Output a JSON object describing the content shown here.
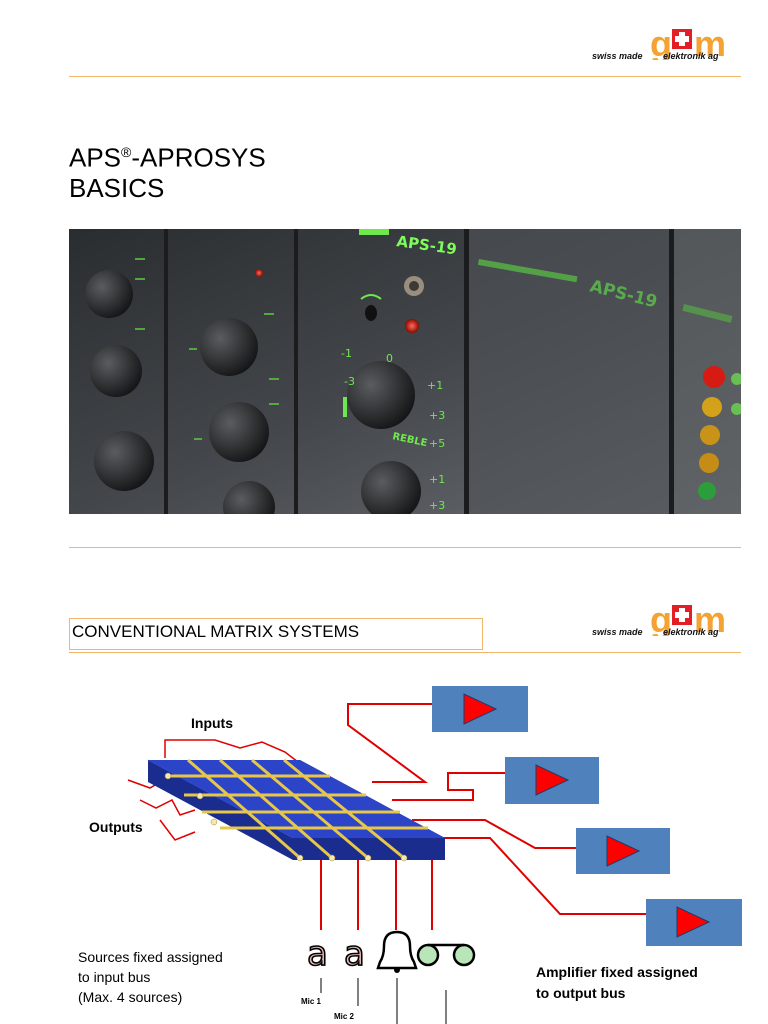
{
  "logo": {
    "left_text": "swiss made",
    "right_text": "elektronik ag",
    "letters": "gm"
  },
  "title": {
    "line1_prefix": "APS",
    "registered": "®",
    "line1_suffix": "-APROSYS",
    "line2": "BASICS"
  },
  "photo": {
    "label_top": "APS-19",
    "label_side": "APS-19",
    "knob_marks": [
      "-1",
      "0",
      "+1",
      "+3",
      "+5",
      "-3",
      "+1",
      "+3"
    ],
    "knob_label": "REBLE"
  },
  "section": {
    "title": "CONVENTIONAL MATRIX SYSTEMS"
  },
  "diagram": {
    "inputs_label": "Inputs",
    "outputs_label": "Outputs",
    "sources_note": [
      "Sources fixed assigned",
      "to input bus",
      "(Max. 4 sources)"
    ],
    "amplifier_note": [
      "Amplifier fixed assigned",
      "to output bus"
    ],
    "mic1_label": "Mic 1",
    "mic2_label": "Mic 2",
    "source_glyphs": [
      "a",
      "a"
    ]
  },
  "colors": {
    "accent_line": "#f0b46e",
    "amp_box": "#4f81bd",
    "amp_arrow": "#ff0000",
    "matrix": "#1f3aa8",
    "bus": "#e6c74a",
    "wire": "#e00000"
  }
}
